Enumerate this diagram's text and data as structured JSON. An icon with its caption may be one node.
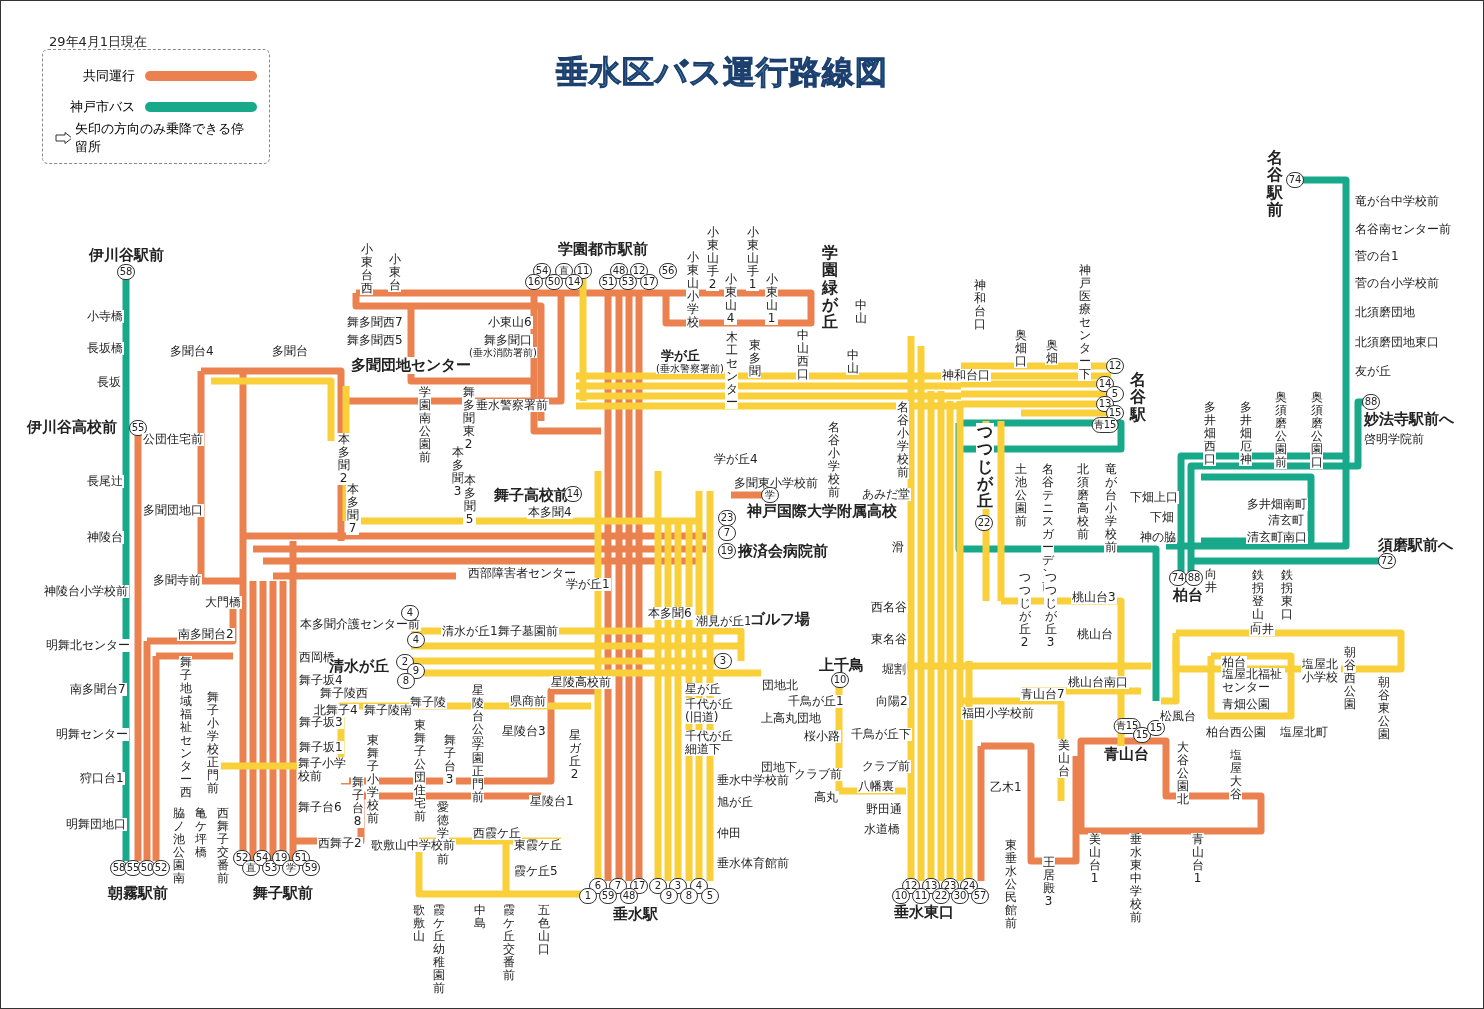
{
  "diagram": {
    "title": "垂水区バス運行路線図",
    "labels": [
      "29年4月1日現在",
      "伊川谷駅前",
      "58",
      "小寺橋",
      "長坂橋",
      "長坂",
      "伊川谷高校前",
      "55",
      "長尾辻",
      "神陵台",
      "神陵台小学校前",
      "明舞北センター",
      "南多聞台7",
      "明舞センター",
      "狩口台1",
      "明舞団地口",
      "58",
      "55",
      "50",
      "52",
      "朝霧駅前",
      "多聞台4",
      "多聞台",
      "公団住宅前",
      "多聞団地口",
      "多聞寺前",
      "大門橋",
      "南多聞台2",
      "小東台西",
      "小東台",
      "舞多聞西7",
      "舞多聞西5",
      "多聞団地センター",
      "小東山6",
      "舞多聞口",
      "(垂水消防署前)",
      "学園南公園前",
      "舞多聞東2",
      "垂水警察署前",
      "本多聞2",
      "本多聞3",
      "本多聞7",
      "本多聞5",
      "舞子高校前",
      "14",
      "本多聞4",
      "西部障害者センター",
      "学が丘1",
      "本多聞介護センター前",
      "4",
      "4",
      "清水が丘1",
      "舞子墓園前",
      "西岡橋",
      "清水が丘",
      "舞子坂4",
      "2",
      "9",
      "8",
      "舞子陵西",
      "舞子陵",
      "北舞子4",
      "舞子陵南",
      "舞子坂3",
      "舞子坂1",
      "星陵台公園",
      "舞子地域福祉センター西",
      "舞子小学校正門前",
      "脇ノ池公園南",
      "亀ケ坪橋",
      "西舞子交番前",
      "舞子小学校前",
      "舞子台6",
      "舞子台8",
      "西舞子2",
      "52",
      "直",
      "54",
      "53",
      "19",
      "学",
      "51",
      "59",
      "舞子駅前",
      "東舞子小学校前",
      "東舞子公団住宅前",
      "舞子台3",
      "学園正門前",
      "愛徳学園前",
      "西霞ケ丘",
      "歌敷山中学校前",
      "東霞ケ丘",
      "霞ケ丘5",
      "歌敷山",
      "霞ケ丘幼稚園前",
      "中島",
      "霞ケ丘交番前",
      "五色山口",
      "学園都市駅前",
      "54",
      "直",
      "11",
      "16",
      "50",
      "14",
      "48",
      "12",
      "51",
      "53",
      "17",
      "56",
      "小東山小学校",
      "小東山手2",
      "小東山4",
      "小東山手1",
      "小東山1",
      "学園緑が丘",
      "学が丘",
      "(垂水警察署前)",
      "木工センター",
      "東多聞",
      "中山西口",
      "中山",
      "中山",
      "学が丘4",
      "多聞東小学校前",
      "学",
      "神戸国際大学附属高校",
      "23",
      "7",
      "19",
      "掖済会病院前",
      "本多聞6",
      "潮見が丘1",
      "ゴルフ場",
      "3",
      "星陵高校前",
      "県商前",
      "星陵台3",
      "星ガ丘2",
      "星陵台1",
      "星が丘",
      "千代が丘(旧道)",
      "千代が丘細道下",
      "団地北",
      "上高丸団地",
      "団地下",
      "垂水中学校前",
      "旭が丘",
      "仲田",
      "垂水体育館前",
      "6",
      "7",
      "17",
      "2",
      "3",
      "4",
      "1",
      "59",
      "48",
      "9",
      "8",
      "5",
      "垂水駅",
      "名谷小学校前",
      "名谷小学校前",
      "あみだ堂",
      "滑",
      "西名谷",
      "東名谷",
      "堀割",
      "向陽2",
      "千鳥が丘下",
      "クラブ前",
      "八幡裏",
      "野田通",
      "水道橋",
      "上千鳥",
      "10",
      "千鳥が丘1",
      "桜小路",
      "クラブ前",
      "高丸",
      "12",
      "13",
      "23",
      "24",
      "10",
      "11",
      "22",
      "30",
      "57",
      "垂水東口",
      "神和台口",
      "神和台口",
      "奥畑口",
      "奥畑",
      "神戸医療センター下",
      "12",
      "14",
      "5",
      "13",
      "15",
      "青15",
      "名谷駅",
      "つつじが丘",
      "22",
      "土池公園前",
      "名谷テニスガーデン前",
      "北須磨高校前",
      "竜が台小学校前",
      "下畑上口",
      "下畑",
      "神の脇",
      "つつじが丘2",
      "つつじが丘3",
      "桃山台3",
      "桃山台",
      "桃山台南口",
      "青山台7",
      "福田小学校前",
      "美山台",
      "乙木1",
      "東垂水公民館前",
      "王居殿3",
      "美山台1",
      "垂水東中学校前",
      "青山台1",
      "青山台",
      "青15",
      "15",
      "15",
      "大谷公園北",
      "塩屋大谷",
      "松風台",
      "名谷駅前",
      "74",
      "竜が台中学校前",
      "名谷南センター前",
      "菅の台1",
      "菅の台小学校前",
      "北須磨団地",
      "北須磨団地東口",
      "友が丘",
      "88",
      "妙法寺駅前へ",
      "啓明学院前",
      "多井畑西口",
      "多井畑厄神",
      "奥須磨公園前",
      "奥須磨公園口",
      "多井畑南町",
      "清玄町",
      "清玄町南口",
      "須磨駅前へ",
      "72",
      "74",
      "88",
      "柏台",
      "向井",
      "鉄拐登山口",
      "鉄拐東口",
      "向井",
      "柏台",
      "塩屋北福祉センター",
      "青畑公園",
      "柏台西公園",
      "塩屋北小学校",
      "塩屋北町",
      "朝谷西公園",
      "朝谷東公園"
    ],
    "legend": [
      {
        "text": "共同運行",
        "color": "#ec8150"
      },
      {
        "text": "神戸市バス",
        "color": "#17a98a"
      },
      {
        "text": "矢印の方向のみ乗降できる停留所"
      }
    ]
  }
}
